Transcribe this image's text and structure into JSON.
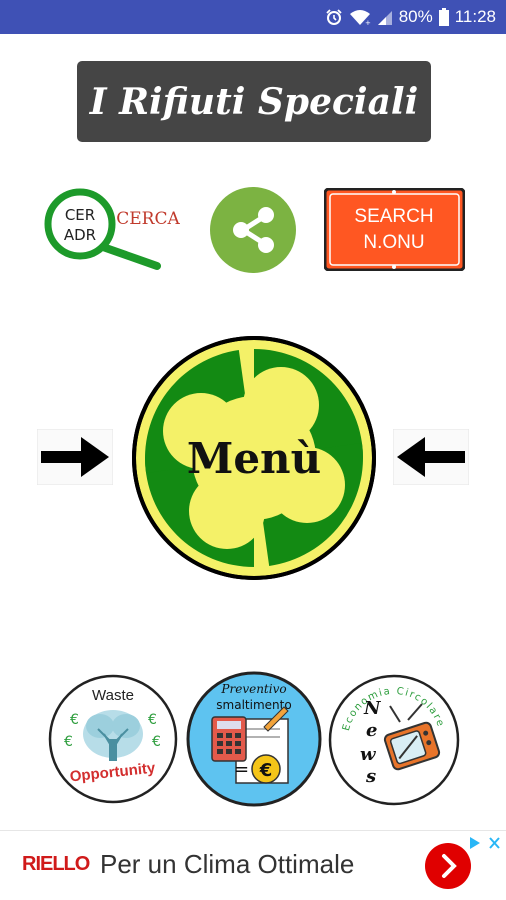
{
  "status_bar": {
    "battery_percent": "80%",
    "time": "11:28",
    "icons": [
      "alarm-icon",
      "wifi-icon",
      "signal-icon",
      "battery-icon"
    ]
  },
  "app": {
    "title": "I Rifiuti Speciali"
  },
  "top_buttons": {
    "cer_adr": {
      "line1": "CER",
      "line2": "ADR",
      "label": "CERCA"
    },
    "share": {
      "icon": "share-icon"
    },
    "search_onu": {
      "line1": "SEARCH",
      "line2": "N.ONU"
    }
  },
  "menu": {
    "label": "Menù",
    "left_arrow": "arrow-right-icon",
    "right_arrow": "arrow-left-icon"
  },
  "bottom_buttons": {
    "waste": {
      "top": "Waste",
      "bottom": "Opportunity",
      "euro": "€"
    },
    "preventivo": {
      "line1": "Preventivo",
      "line2": "smaltimento",
      "euro": "€"
    },
    "news": {
      "ring": "Economia Circolare",
      "word": "News"
    }
  },
  "ad": {
    "brand": "RIELLO",
    "text": "Per un Clima Ottimale"
  },
  "colors": {
    "status_bar": "#3f51b5",
    "title_bg": "#454545",
    "menu_yellow": "#f4f168",
    "menu_green": "#138a13",
    "share_green": "#7cb342",
    "search_orange": "#ff5722",
    "ad_red": "#e00000"
  }
}
